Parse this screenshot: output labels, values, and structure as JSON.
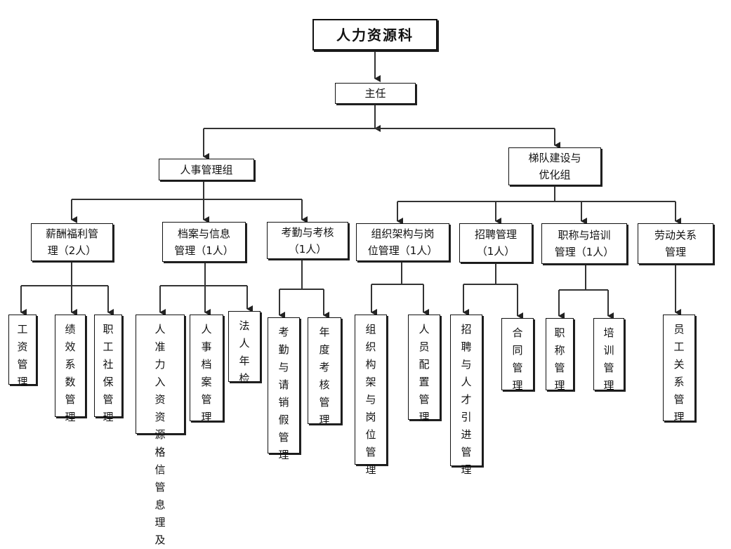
{
  "org": {
    "root": "人力资源科",
    "director": "主任",
    "group_hr": "人事管理组",
    "group_talent": "梯队建设与\n优化组",
    "dept_salary": "薪酬福利管\n理（2人）",
    "dept_archive": "档案与信息\n管理（1人）",
    "dept_attendance": "考勤与考核\n（1人）",
    "dept_org": "组织架构与岗\n位管理（1人）",
    "dept_recruit": "招聘管理\n（1人）",
    "dept_title": "职称与培训\n管理（1人）",
    "dept_labor": "劳动关系\n管理",
    "leaf_wage": "工资管理",
    "leaf_performance": "绩效系数管理",
    "leaf_social": "职工社保管理",
    "leaf_entry": "人准力入资资源格信管息理及",
    "leaf_personnel_file": "人事档案管理",
    "leaf_annual_check": "法人年检",
    "leaf_leave": "考勤与请销假管理",
    "leaf_annual_review": "年度考核管理",
    "leaf_org_structure": "组织构架与岗位管理",
    "leaf_staffing": "人员配置管理",
    "leaf_recruit_talent": "招聘与人才引进管理",
    "leaf_contract": "合同管理",
    "leaf_title_mgmt": "职称管理",
    "leaf_training": "培训管理",
    "leaf_employee_relations": "员工关系管理"
  }
}
